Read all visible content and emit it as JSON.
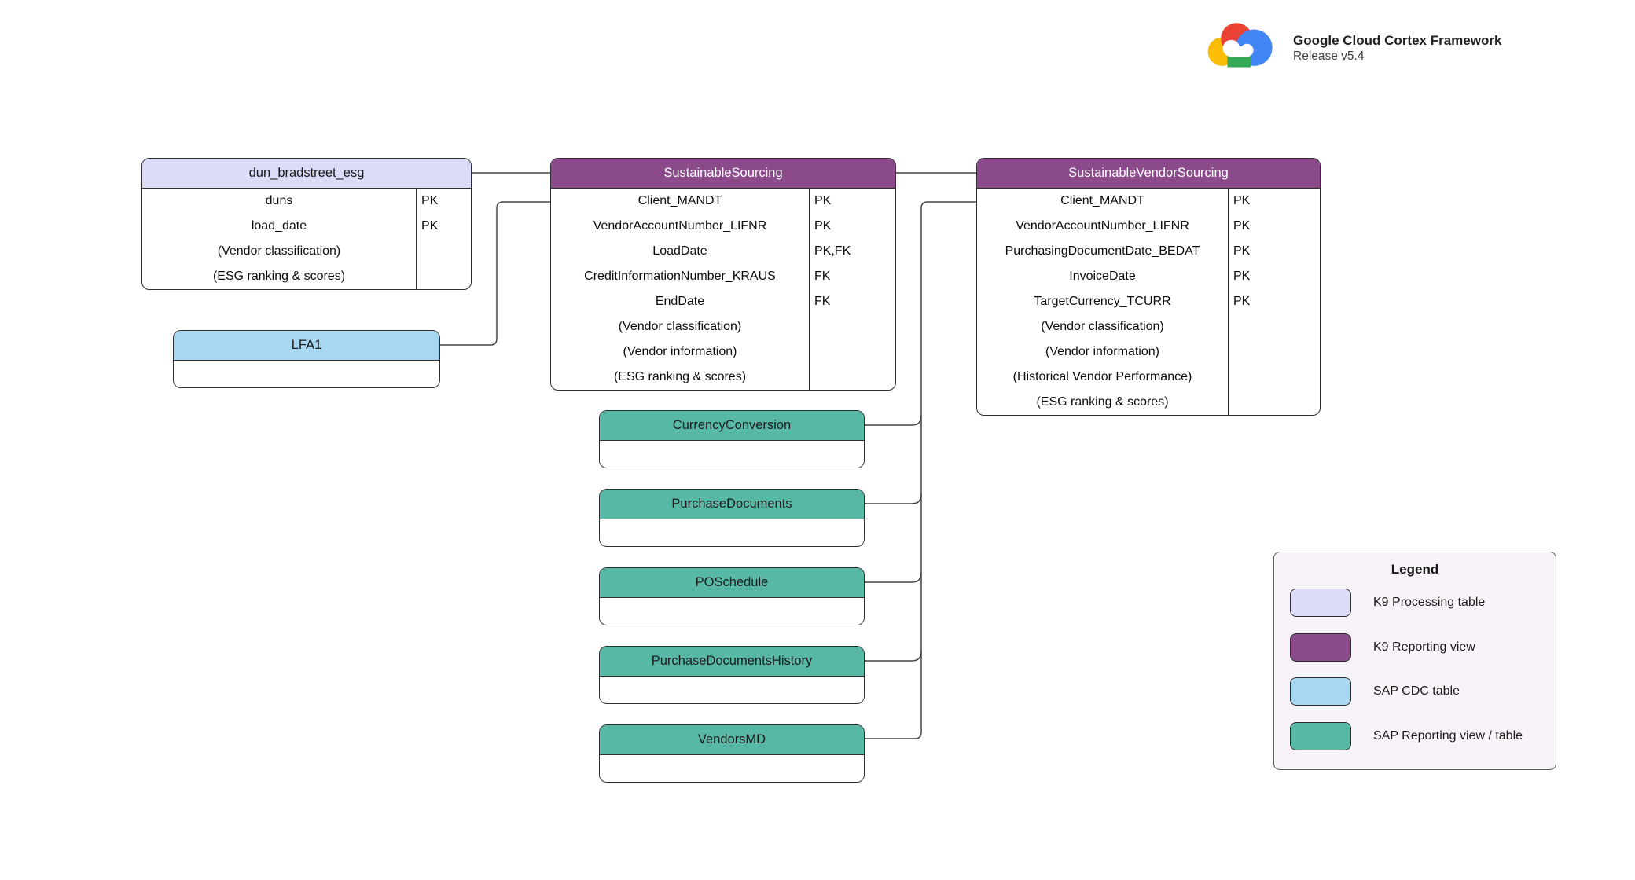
{
  "app": {
    "title": "Google Cloud Cortex Framework",
    "release": "Release v5.4"
  },
  "colors": {
    "k9_processing": "#dcdcf8",
    "k9_reporting": "#8b4a8a",
    "sap_cdc": "#a8d7f2",
    "sap_reporting": "#57b8a5",
    "wire": "#444444"
  },
  "tables": {
    "dun_bradstreet_esg": {
      "title": "dun_bradstreet_esg",
      "category": "K9 Processing table",
      "fields": [
        {
          "name": "duns",
          "key": "PK"
        },
        {
          "name": "load_date",
          "key": "PK"
        },
        {
          "name": "(Vendor classification)",
          "key": ""
        },
        {
          "name": "(ESG ranking & scores)",
          "key": ""
        }
      ]
    },
    "sustainable_sourcing": {
      "title": "SustainableSourcing",
      "category": "K9 Reporting view",
      "fields": [
        {
          "name": "Client_MANDT",
          "key": "PK"
        },
        {
          "name": "VendorAccountNumber_LIFNR",
          "key": "PK"
        },
        {
          "name": "LoadDate",
          "key": "PK,FK"
        },
        {
          "name": "CreditInformationNumber_KRAUS",
          "key": "FK"
        },
        {
          "name": "EndDate",
          "key": "FK"
        },
        {
          "name": "(Vendor classification)",
          "key": ""
        },
        {
          "name": "(Vendor information)",
          "key": ""
        },
        {
          "name": "(ESG ranking & scores)",
          "key": ""
        }
      ]
    },
    "sustainable_vendor_sourcing": {
      "title": "SustainableVendorSourcing",
      "category": "K9 Reporting view",
      "fields": [
        {
          "name": "Client_MANDT",
          "key": "PK"
        },
        {
          "name": "VendorAccountNumber_LIFNR",
          "key": "PK"
        },
        {
          "name": "PurchasingDocumentDate_BEDAT",
          "key": "PK"
        },
        {
          "name": "InvoiceDate",
          "key": "PK"
        },
        {
          "name": "TargetCurrency_TCURR",
          "key": "PK"
        },
        {
          "name": "(Vendor classification)",
          "key": ""
        },
        {
          "name": "(Vendor information)",
          "key": ""
        },
        {
          "name": "(Historical Vendor Performance)",
          "key": ""
        },
        {
          "name": "(ESG ranking & scores)",
          "key": ""
        }
      ]
    },
    "lfa1": {
      "title": "LFA1",
      "category": "SAP CDC table"
    },
    "sap_reporting_tables": [
      {
        "title": "CurrencyConversion"
      },
      {
        "title": "PurchaseDocuments"
      },
      {
        "title": "POSchedule"
      },
      {
        "title": "PurchaseDocumentsHistory"
      },
      {
        "title": "VendorsMD"
      }
    ]
  },
  "legend": {
    "title": "Legend",
    "items": [
      {
        "label": "K9 Processing table",
        "color": "#dcdcf8"
      },
      {
        "label": "K9 Reporting view",
        "color": "#8b4a8a"
      },
      {
        "label": "SAP CDC table",
        "color": "#a8d7f2"
      },
      {
        "label": "SAP Reporting view / table",
        "color": "#57b8a5"
      }
    ]
  }
}
